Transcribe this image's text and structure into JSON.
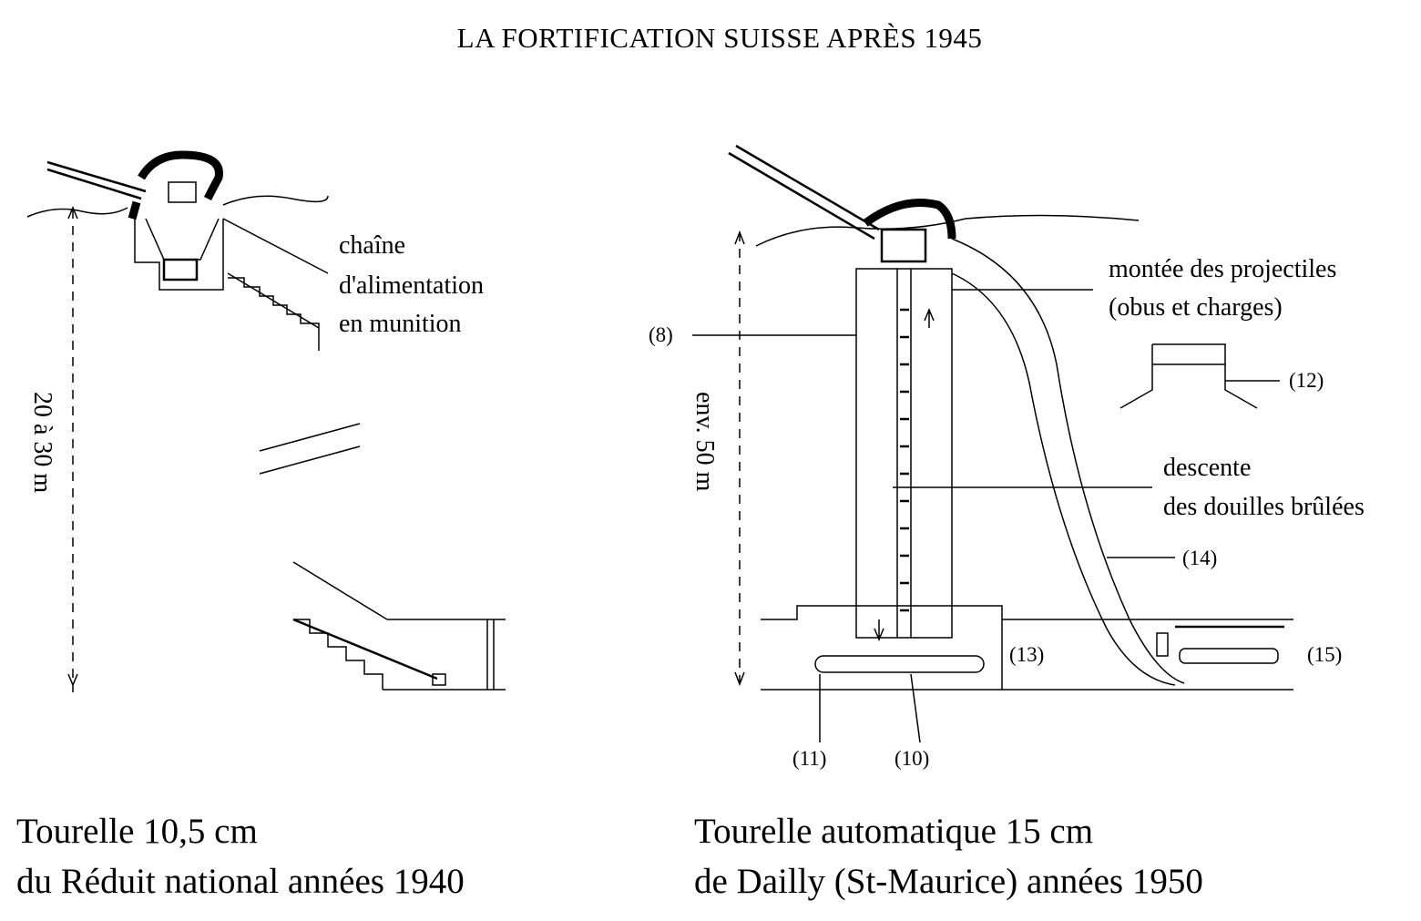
{
  "title": "LA FORTIFICATION SUISSE APRÈS 1945",
  "left": {
    "label_lines": [
      "chaîne",
      "d'alimentation",
      "en munition"
    ],
    "height_label": "20 à 30 m",
    "caption": [
      "Tourelle 10,5 cm",
      "du Réduit national années 1940"
    ]
  },
  "right": {
    "montee": [
      "montée des projectiles",
      "(obus et charges)"
    ],
    "descente": [
      "descente",
      "des douilles brûlées"
    ],
    "height_label": "env. 50 m",
    "refs": {
      "r8": "(8)",
      "r10": "(10)",
      "r11": "(11)",
      "r12": "(12)",
      "r13": "(13)",
      "r14": "(14)",
      "r15": "(15)"
    },
    "caption": [
      "Tourelle automatique 15 cm",
      "de Dailly (St-Maurice) années 1950"
    ]
  }
}
